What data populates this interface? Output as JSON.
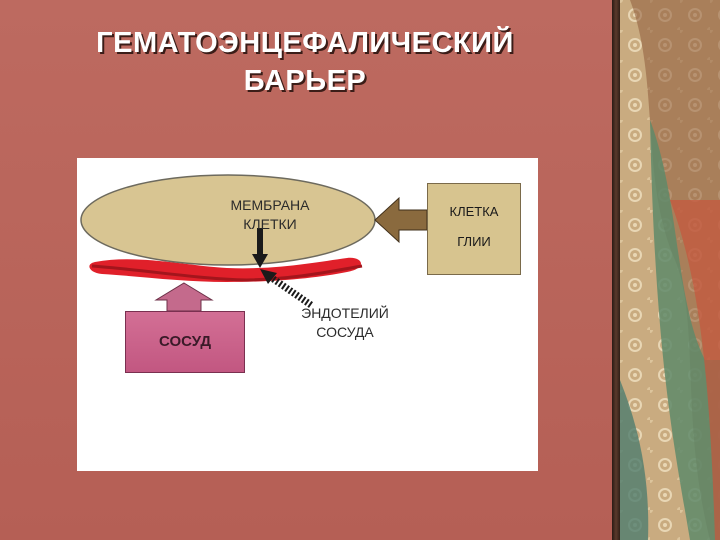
{
  "slide": {
    "title_line1": "ГЕМАТОЭНЦЕФАЛИЧЕСКИЙ",
    "title_line2": "БАРЬЕР"
  },
  "diagram": {
    "membrane_label_line1": "МЕМБРАНА",
    "membrane_label_line2": "КЛЕТКИ",
    "glia_label_line1": "КЛЕТКА",
    "glia_label_line2": "ГЛИИ",
    "vessel_label": "СОСУД",
    "endothelium_label_line1": "ЭНДОТЕЛИЙ",
    "endothelium_label_line2": "СОСУДА"
  },
  "colors": {
    "background": "#b86359",
    "title_text": "#ffffff",
    "cell_ellipse": "#d8c592",
    "glia_box": "#d7c48f",
    "endothelium_band": "#e0202a",
    "vessel_box": "#c85c86",
    "vessel_arrow": "#c46a8c"
  }
}
